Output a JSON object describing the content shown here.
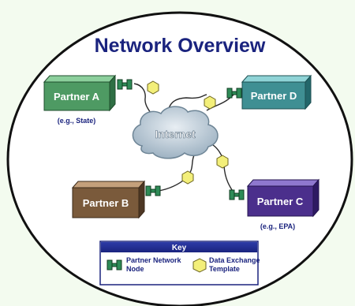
{
  "title": "Network Overview",
  "cloud_label": "Internet",
  "partners": [
    {
      "label": "Partner A",
      "note": "(e.g., State)"
    },
    {
      "label": "Partner D",
      "note": ""
    },
    {
      "label": "Partner B",
      "note": ""
    },
    {
      "label": "Partner C",
      "note": "(e.g., EPA)"
    }
  ],
  "key": {
    "title": "Key",
    "node_label_line1": "Partner Network",
    "node_label_line2": "Node",
    "template_label_line1": "Data Exchange",
    "template_label_line2": "Template"
  },
  "colors": {
    "title_text": "#1a237e",
    "partner_a": "#4e9a63",
    "partner_d": "#3f8f93",
    "partner_b": "#7a5a3b",
    "partner_c": "#4b2f8c",
    "node_green": "#2e8b57",
    "template_yellow": "#f3ef7a",
    "cloud": "#b9c9d6",
    "key_header": "#1f2a8a"
  }
}
